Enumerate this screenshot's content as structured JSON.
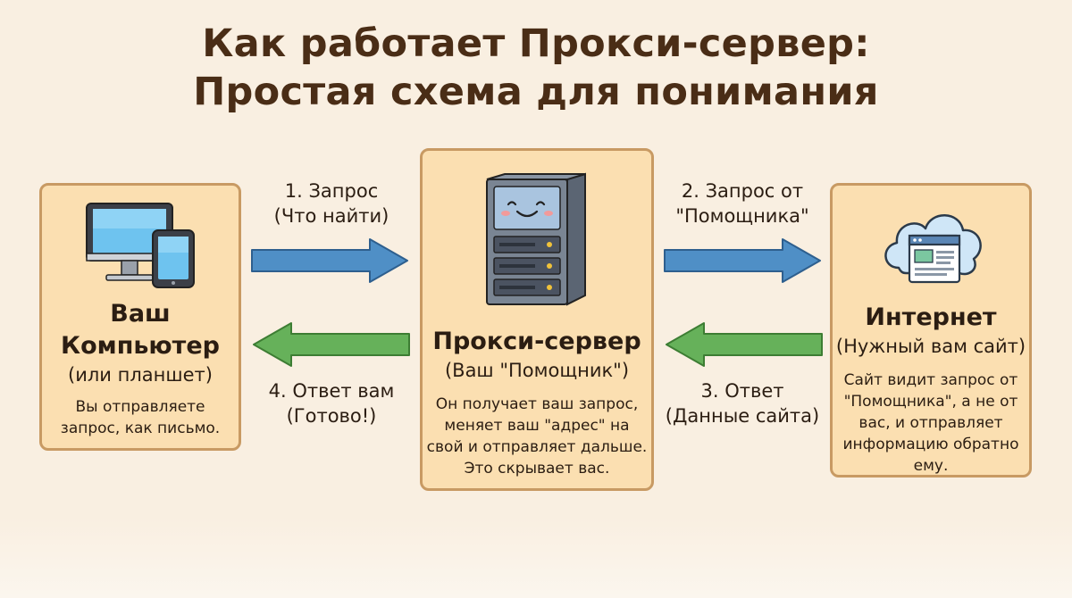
{
  "title": {
    "line1": "Как работает Прокси-сервер:",
    "line2": "Простая схема для понимания"
  },
  "nodes": {
    "computer": {
      "icon": "computer-tablet-icon",
      "name_line1": "Ваш",
      "name_line2": "Компьютер",
      "subtitle": "(или планшет)",
      "desc_line1": "Вы отправляете",
      "desc_line2": "запрос, как письмо."
    },
    "proxy": {
      "icon": "smiling-server-icon",
      "name": "Прокси-сервер",
      "subtitle": "(Ваш \"Помощник\")",
      "desc_line1": "Он получает ваш запрос,",
      "desc_line2": "меняет ваш \"адрес\" на",
      "desc_line3": "свой и отправляет дальше.",
      "desc_line4": "Это скрывает вас."
    },
    "internet": {
      "icon": "cloud-website-icon",
      "name": "Интернет",
      "subtitle": "(Нужный вам сайт)",
      "desc_line1": "Сайт видит запрос от",
      "desc_line2": "\"Помощника\", а не от",
      "desc_line3": "вас, и отправляет",
      "desc_line4": "информацию обратно",
      "desc_line5": "ему."
    }
  },
  "arrows": {
    "step1": {
      "line1": "1. Запрос",
      "line2": "(Что найти)",
      "color": "#4f8fc6",
      "direction": "right"
    },
    "step2": {
      "line1": "2. Запрос от",
      "line2": "\"Помощника\"",
      "color": "#4f8fc6",
      "direction": "right"
    },
    "step3": {
      "line1": "3. Ответ",
      "line2": "(Данные сайта)",
      "color": "#66b15a",
      "direction": "left"
    },
    "step4": {
      "line1": "4. Ответ вам",
      "line2": "(Готово!)",
      "color": "#66b15a",
      "direction": "left"
    }
  },
  "colors": {
    "background": "#f9efe1",
    "card_fill": "#fbdfb1",
    "card_border": "#c89a63",
    "title": "#4a2d16",
    "request_arrow": "#4f8fc6",
    "response_arrow": "#66b15a"
  }
}
